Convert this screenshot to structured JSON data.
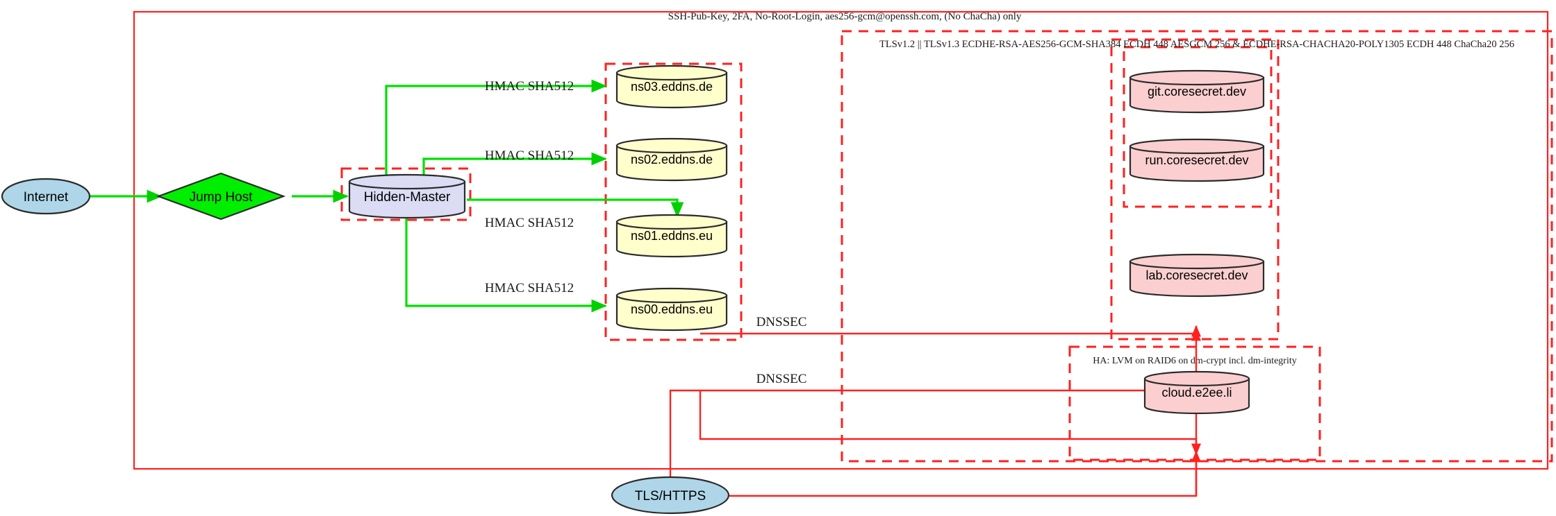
{
  "diagram": {
    "title_label": "SSH-Pub-Key, 2FA, No-Root-Login, aes256-gcm@openssh.com, (No ChaCha) only",
    "tls_label": "TLSv1.2 || TLSv1.3 ECDHE-RSA-AES256-GCM-SHA384 ECDH 448 AESGCM 256 & ECDHE-RSA-CHACHA20-POLY1305 ECDH 448 ChaCha20 256",
    "ha_label": "HA: LVM on RAID6 on dm-crypt incl. dm-integrity",
    "colors": {
      "cluster_border": "#ff2020",
      "internet_fill": "#aed6e8",
      "jumphost_fill": "#00ee00",
      "hidden_master_fill": "#dcdcf5",
      "nameserver_fill": "#ffffcc",
      "service_fill": "#fbcfcf",
      "tls_node_fill": "#aed6e8",
      "green_edge": "#00e000",
      "red_edge": "#ff2020",
      "node_stroke": "#2b2b2b"
    }
  },
  "nodes": {
    "internet": {
      "label": "Internet",
      "shape": "ellipse"
    },
    "jump_host": {
      "label": "Jump Host",
      "shape": "diamond"
    },
    "hidden_master": {
      "label": "Hidden-Master",
      "shape": "cylinder"
    },
    "ns03": {
      "label": "ns03.eddns.de",
      "shape": "cylinder"
    },
    "ns02": {
      "label": "ns02.eddns.de",
      "shape": "cylinder"
    },
    "ns01": {
      "label": "ns01.eddns.eu",
      "shape": "cylinder"
    },
    "ns00": {
      "label": "ns00.eddns.eu",
      "shape": "cylinder"
    },
    "git": {
      "label": "git.coresecret.dev",
      "shape": "cylinder"
    },
    "run": {
      "label": "run.coresecret.dev",
      "shape": "cylinder"
    },
    "lab": {
      "label": "lab.coresecret.dev",
      "shape": "cylinder"
    },
    "cloud": {
      "label": "cloud.e2ee.li",
      "shape": "cylinder"
    },
    "tls_https": {
      "label": "TLS/HTTPS",
      "shape": "ellipse"
    }
  },
  "edge_labels": {
    "hmac_ns03": "HMAC SHA512",
    "hmac_ns02": "HMAC SHA512",
    "hmac_ns01": "HMAC SHA512",
    "hmac_ns00": "HMAC SHA512",
    "dnssec_upper": "DNSSEC",
    "dnssec_lower": "DNSSEC"
  }
}
